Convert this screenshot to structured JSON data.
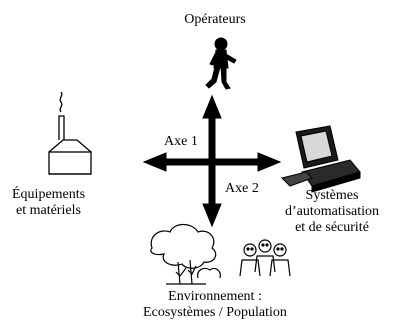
{
  "labels": {
    "top": "Opérateurs",
    "left_line1": "Équipements",
    "left_line2": "et matériels",
    "right_line1": "Systèmes",
    "right_line2": "d’automatisation",
    "right_line3": "et de sécurité",
    "bottom_line1": "Environnement :",
    "bottom_line2": "Ecosystèmes / Population",
    "axis1": "Axe 1",
    "axis2": "Axe 2"
  },
  "icons": {
    "operator": "walking-person-icon",
    "equipment": "factory-icon",
    "systems": "computer-icon",
    "environment": "trees-and-people-icon"
  }
}
